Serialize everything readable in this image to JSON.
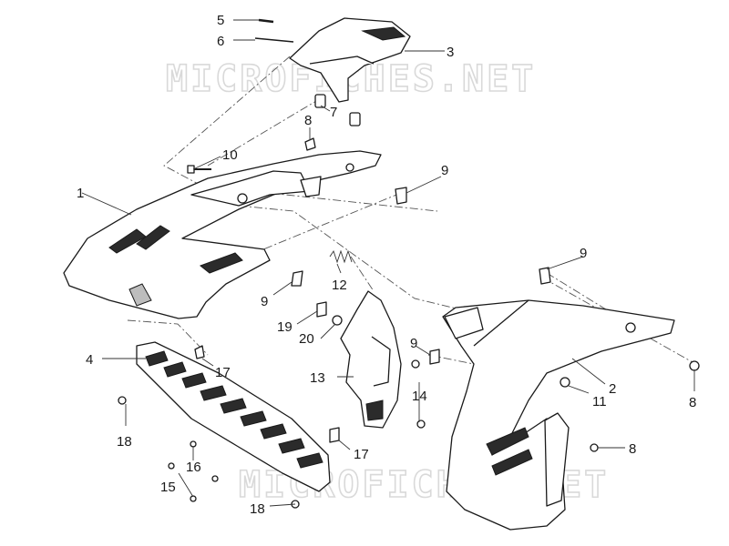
{
  "watermark": {
    "top": "MICROFICHES.NET",
    "bottom": "MICROFICHES.NET"
  },
  "callouts": [
    "1",
    "2",
    "3",
    "4",
    "5",
    "6",
    "7",
    "8",
    "8",
    "8",
    "9",
    "9",
    "9",
    "9",
    "10",
    "11",
    "12",
    "13",
    "14",
    "15",
    "16",
    "17",
    "17",
    "18",
    "18",
    "19",
    "20"
  ],
  "colors": {
    "line": "#1a1a1a",
    "watermark": "#d9d9d9",
    "background": "#ffffff"
  }
}
